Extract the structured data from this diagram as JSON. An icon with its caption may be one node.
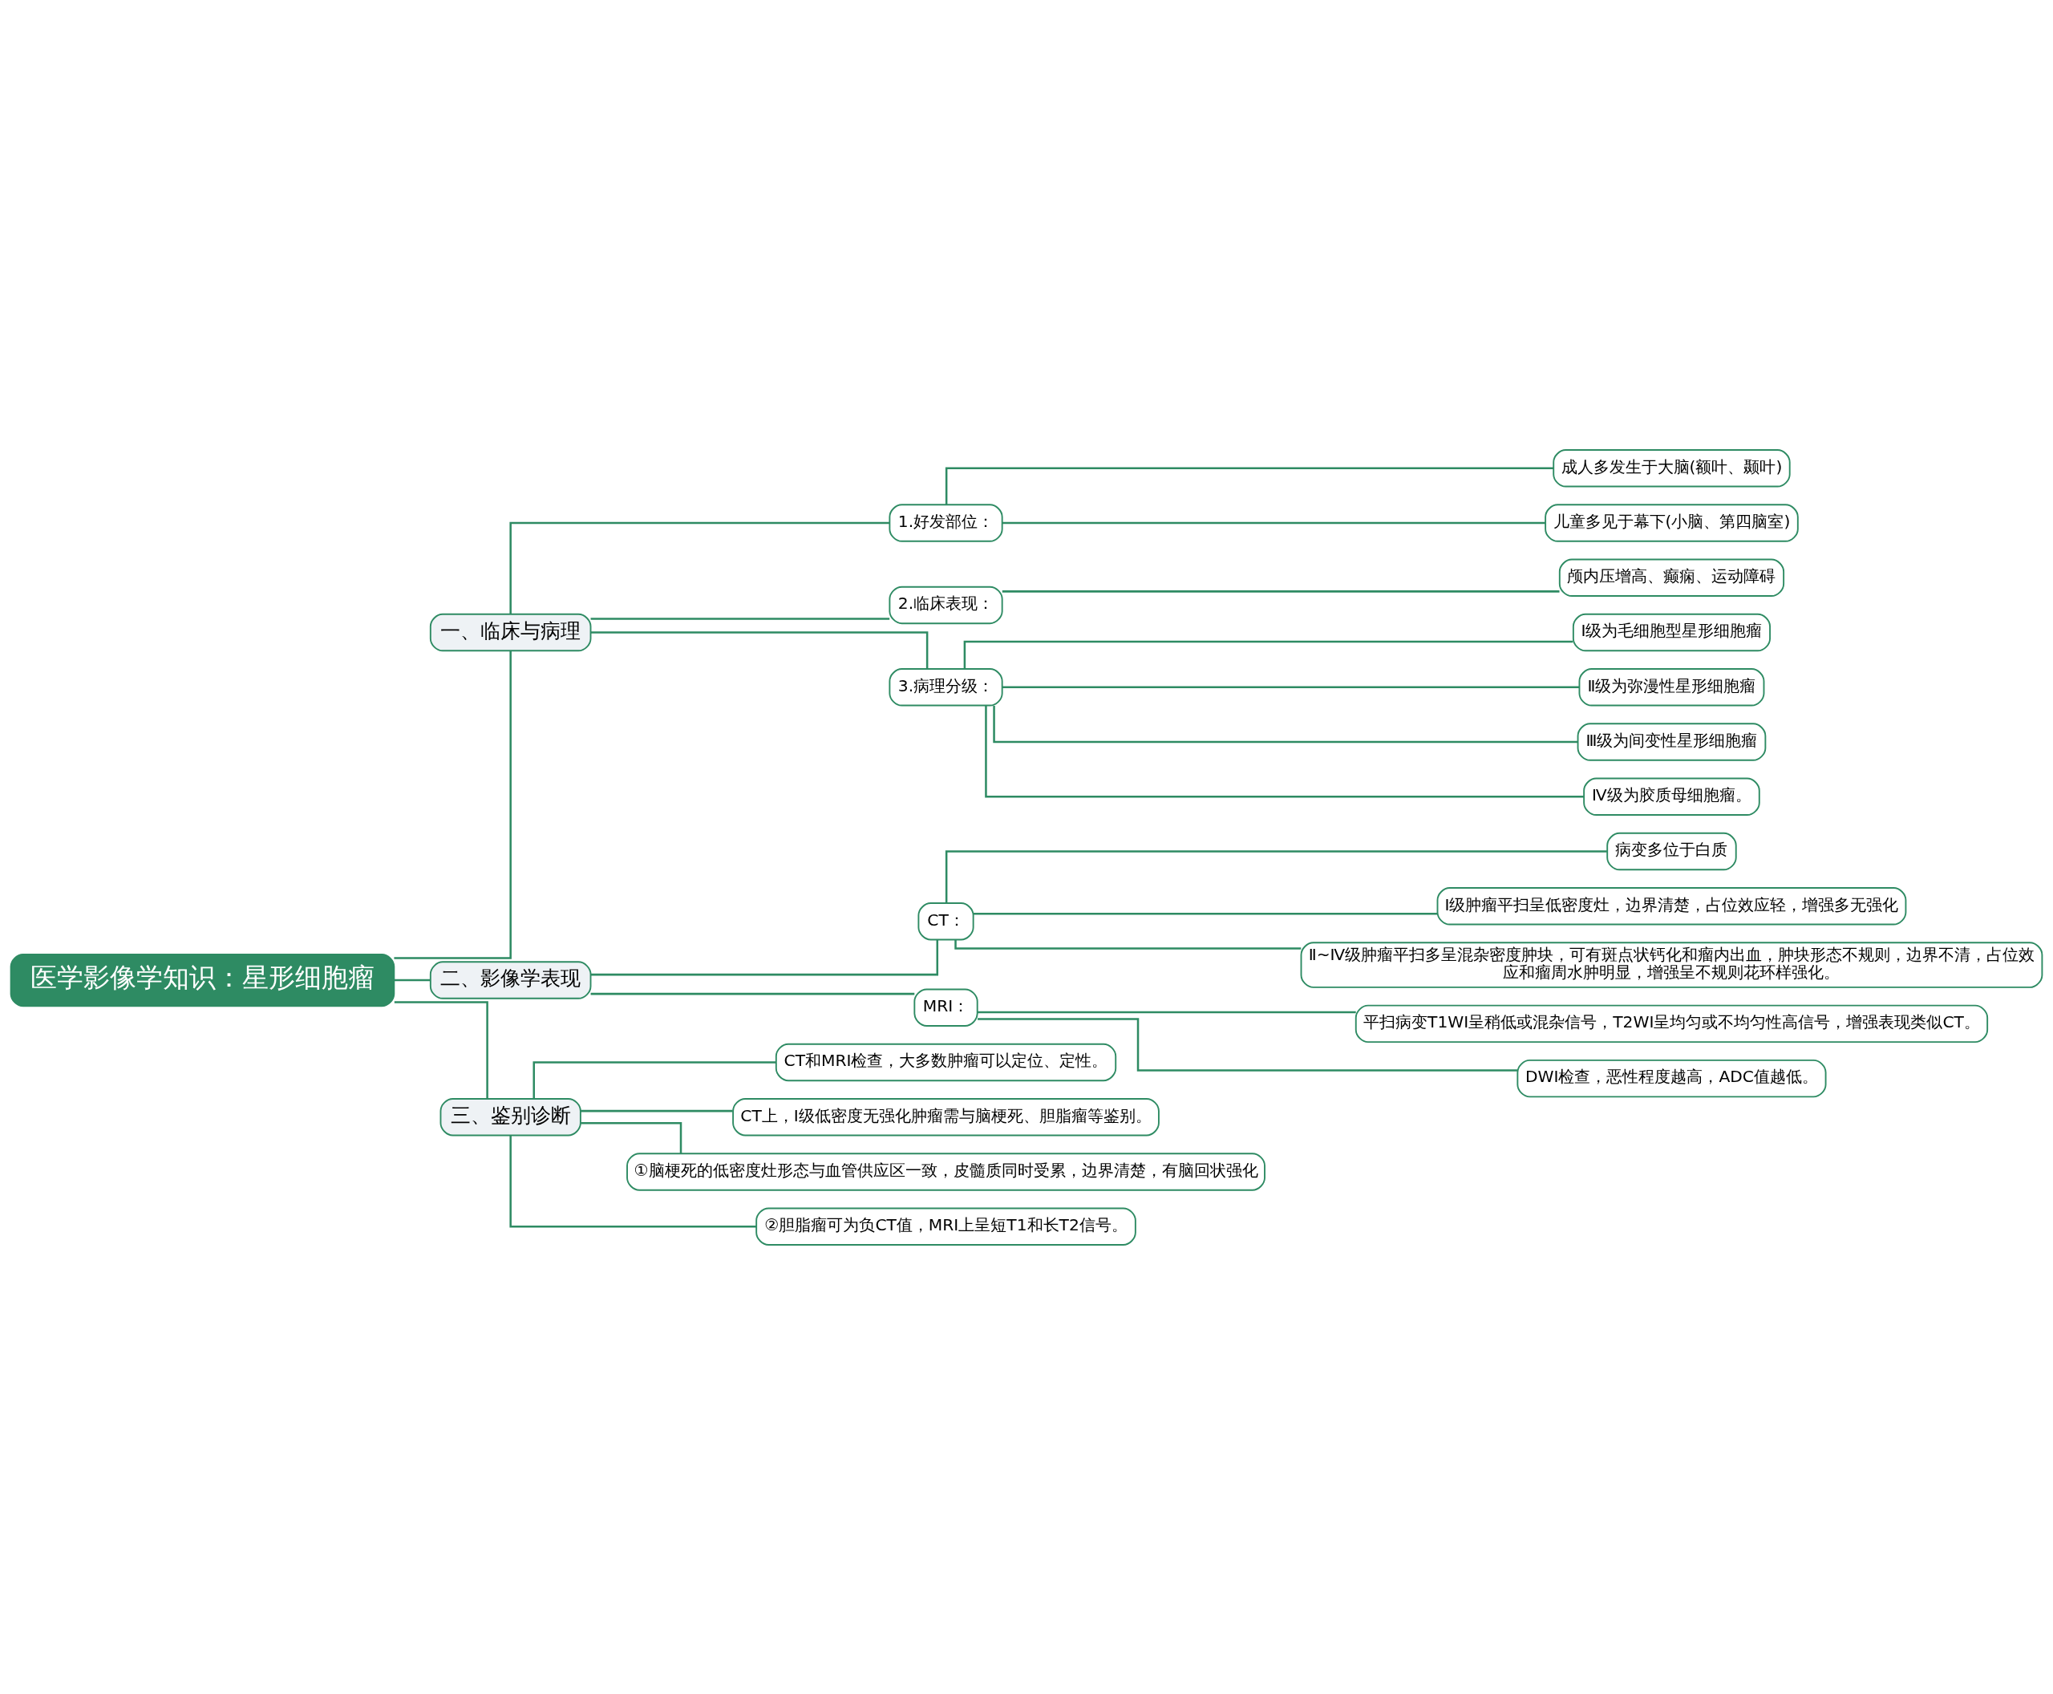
{
  "diagram": {
    "nodes": [
      {
        "text": [
          "医学影像学知识：星形细胞瘤"
        ]
      },
      {
        "text": [
          "一、临床与病理"
        ]
      },
      {
        "text": [
          "1.好发部位："
        ]
      },
      {
        "text": [
          "成人多发生于大脑(额叶、颞叶)"
        ]
      },
      {
        "text": [
          "儿童多见于幕下(小脑、第四脑室)"
        ]
      },
      {
        "text": [
          "2.临床表现："
        ]
      },
      {
        "text": [
          "颅内压增高、癫痫、运动障碍"
        ]
      },
      {
        "text": [
          "3.病理分级："
        ]
      },
      {
        "text": [
          "Ⅰ级为毛细胞型星形细胞瘤"
        ]
      },
      {
        "text": [
          "Ⅱ级为弥漫性星形细胞瘤"
        ]
      },
      {
        "text": [
          "Ⅲ级为间变性星形细胞瘤"
        ]
      },
      {
        "text": [
          "Ⅳ级为胶质母细胞瘤。"
        ]
      },
      {
        "text": [
          "二、影像学表现"
        ]
      },
      {
        "text": [
          "CT："
        ]
      },
      {
        "text": [
          "病变多位于白质"
        ]
      },
      {
        "text": [
          "Ⅰ级肿瘤平扫呈低密度灶，边界清楚，占位效应轻，增强多无强化"
        ]
      },
      {
        "text": [
          "Ⅱ~Ⅳ级肿瘤平扫多呈混杂密度肿块，可有斑点状钙化和瘤内出血，肿块形态不规则，边界不清，占位效应和瘤周水肿明显，增强呈不规则花环样强化。"
        ]
      },
      {
        "text": [
          "MRI："
        ]
      },
      {
        "text": [
          "平扫病变T1WI呈稍低或混杂信号，T2WI呈均匀或不均匀性高信号，增强表现类似CT。"
        ]
      },
      {
        "text": [
          "DWI检查，恶性程度越高，ADC值越低。"
        ]
      },
      {
        "text": [
          "三、鉴别诊断"
        ]
      },
      {
        "text": [
          "CT和MRI检查，大多数肿瘤可以定位、定性。"
        ]
      },
      {
        "text": [
          "CT上，Ⅰ级低密度无强化肿瘤需与脑梗死、胆脂瘤等鉴别。"
        ]
      },
      {
        "text": [
          "①脑梗死的低密度灶形态与血管供应区一致，皮髓质同时受累，边界清楚，有脑回状强化"
        ]
      },
      {
        "text": [
          "②胆脂瘤可为负CT值，MRI上呈短T1和长T2信号。"
        ]
      }
    ],
    "edges": [
      {
        "from": 0,
        "to": 1,
        "arrow": "none"
      },
      {
        "from": 1,
        "to": 2,
        "arrow": "none"
      },
      {
        "from": 2,
        "to": 3,
        "arrow": "none"
      },
      {
        "from": 2,
        "to": 4,
        "arrow": "none"
      },
      {
        "from": 1,
        "to": 5,
        "arrow": "none"
      },
      {
        "from": 5,
        "to": 6,
        "arrow": "none"
      },
      {
        "from": 1,
        "to": 7,
        "arrow": "none"
      },
      {
        "from": 7,
        "to": 8,
        "arrow": "none"
      },
      {
        "from": 7,
        "to": 9,
        "arrow": "none"
      },
      {
        "from": 7,
        "to": 10,
        "arrow": "none"
      },
      {
        "from": 7,
        "to": 11,
        "arrow": "none"
      },
      {
        "from": 0,
        "to": 12,
        "arrow": "none"
      },
      {
        "from": 12,
        "to": 13,
        "arrow": "none"
      },
      {
        "from": 13,
        "to": 14,
        "arrow": "none"
      },
      {
        "from": 13,
        "to": 15,
        "arrow": "none"
      },
      {
        "from": 13,
        "to": 16,
        "arrow": "none"
      },
      {
        "from": 12,
        "to": 17,
        "arrow": "none"
      },
      {
        "from": 17,
        "to": 18,
        "arrow": "none"
      },
      {
        "from": 17,
        "to": 19,
        "arrow": "none"
      },
      {
        "from": 0,
        "to": 20,
        "arrow": "none"
      },
      {
        "from": 20,
        "to": 21,
        "arrow": "none"
      },
      {
        "from": 20,
        "to": 22,
        "arrow": "none"
      },
      {
        "from": 20,
        "to": 23,
        "arrow": "none"
      },
      {
        "from": 20,
        "to": 24,
        "arrow": "none"
      }
    ]
  }
}
